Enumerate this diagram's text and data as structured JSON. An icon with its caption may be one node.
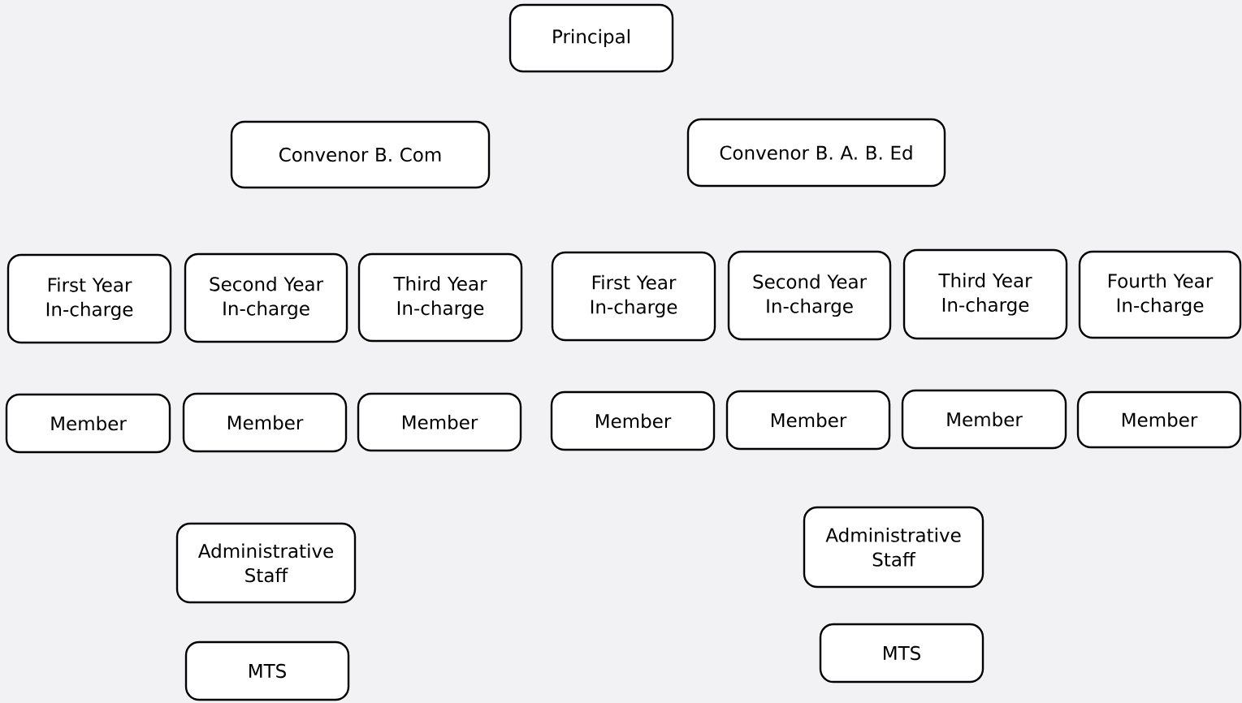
{
  "diagram": {
    "nodes": [
      {
        "text": [
          "Principal"
        ]
      },
      {
        "text": [
          "Convenor B. Com"
        ]
      },
      {
        "text": [
          "Convenor B. A. B. Ed"
        ]
      },
      {
        "text": [
          "First Year In-charge"
        ]
      },
      {
        "text": [
          "Second Year In-charge"
        ]
      },
      {
        "text": [
          "Third Year In-charge"
        ]
      },
      {
        "text": [
          "First Year In-charge"
        ]
      },
      {
        "text": [
          "Second Year In-charge"
        ]
      },
      {
        "text": [
          "Third Year In-charge"
        ]
      },
      {
        "text": [
          "Fourth Year In-charge"
        ]
      },
      {
        "text": [
          "Member"
        ]
      },
      {
        "text": [
          "Member"
        ]
      },
      {
        "text": [
          "Member"
        ]
      },
      {
        "text": [
          "Member"
        ]
      },
      {
        "text": [
          "Member"
        ]
      },
      {
        "text": [
          "Member"
        ]
      },
      {
        "text": [
          "Member"
        ]
      },
      {
        "text": [
          "Administrative Staff"
        ]
      },
      {
        "text": [
          "MTS"
        ]
      },
      {
        "text": [
          "Administrative Staff"
        ]
      },
      {
        "text": [
          "MTS"
        ]
      }
    ]
  }
}
